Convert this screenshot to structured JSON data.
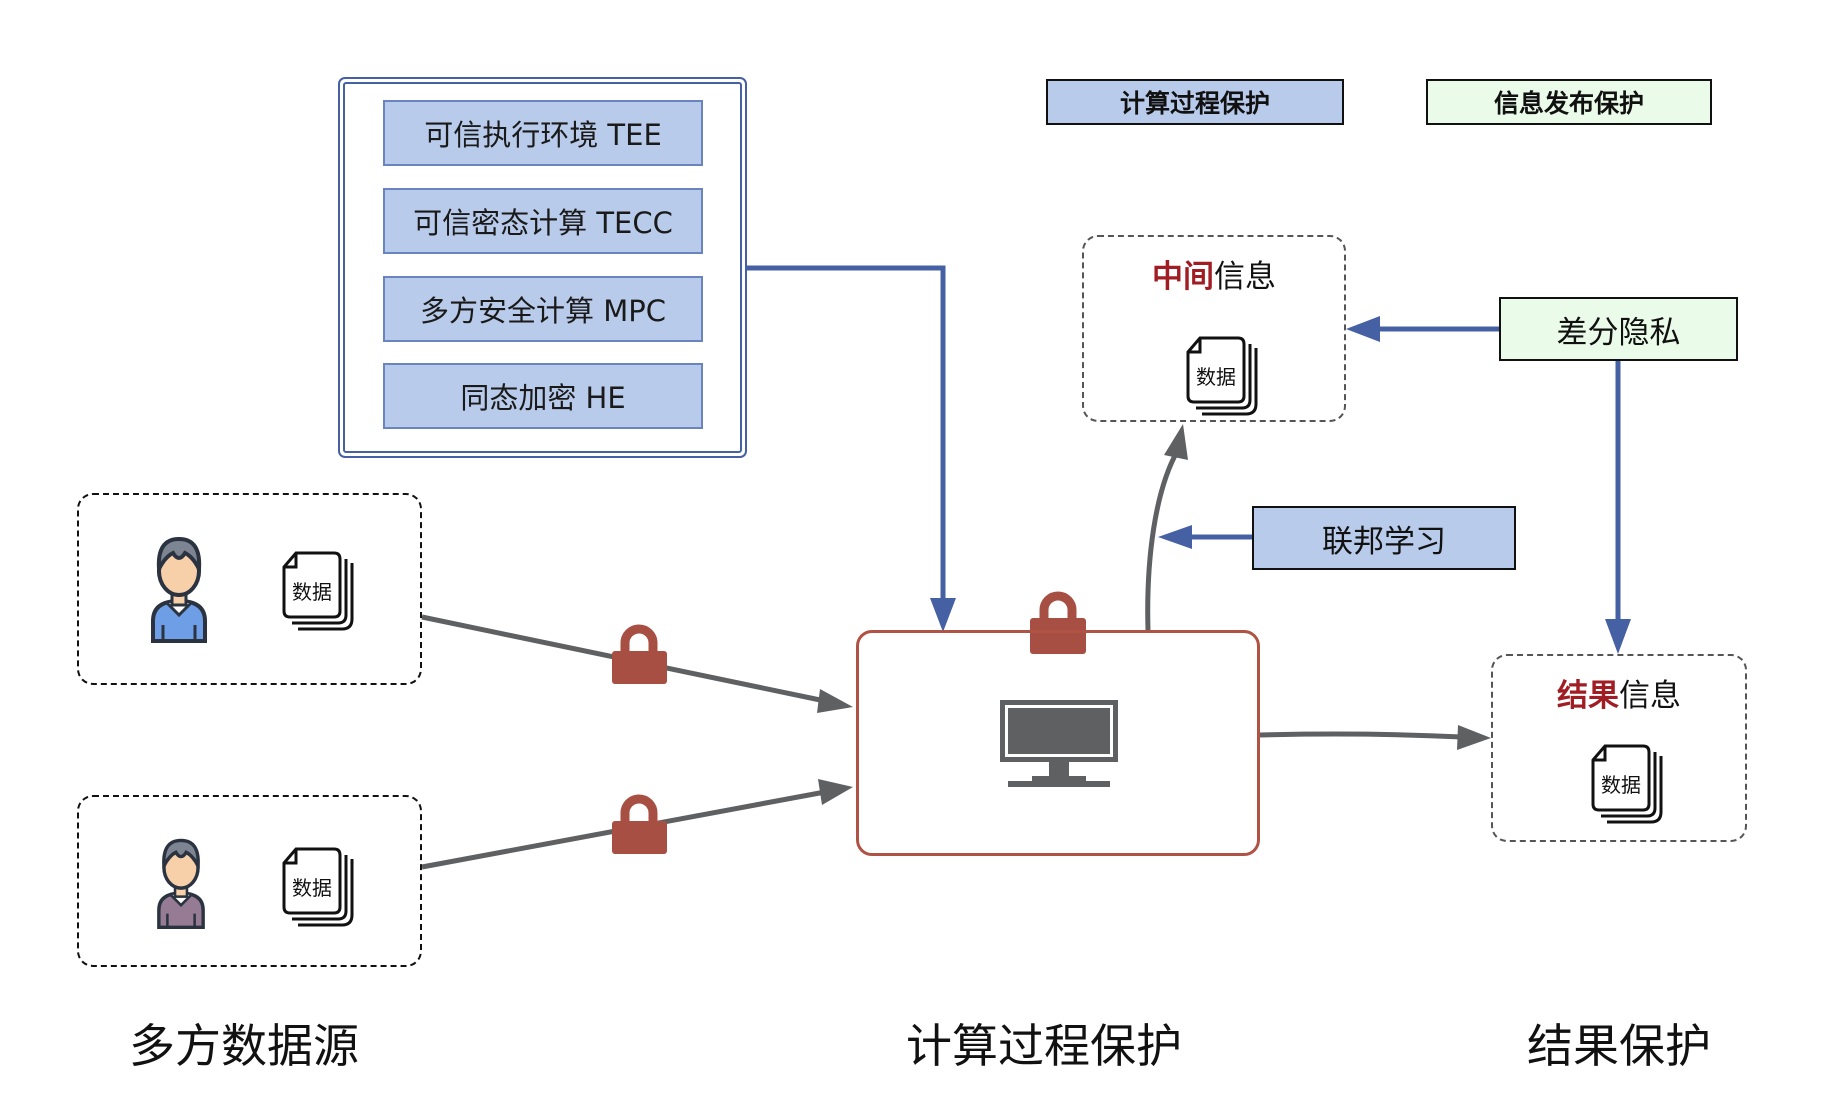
{
  "legend": {
    "compute_protection": {
      "label": "计算过程保护",
      "color": "#b9cbeb"
    },
    "publish_protection": {
      "label": "信息发布保护",
      "color": "#ebfbe9"
    }
  },
  "techniques": [
    {
      "label": "可信执行环境 TEE"
    },
    {
      "label": "可信密态计算 TECC"
    },
    {
      "label": "多方安全计算 MPC"
    },
    {
      "label": "同态加密 HE"
    }
  ],
  "data_sources": [
    {
      "doc_label": "数据",
      "person_color": "#6d9ee6"
    },
    {
      "doc_label": "数据",
      "person_color": "#957b94"
    }
  ],
  "intermediate_info": {
    "highlight": "中间",
    "rest": "信息",
    "doc_label": "数据"
  },
  "result_info": {
    "highlight": "结果",
    "rest": "信息",
    "doc_label": "数据"
  },
  "differential_privacy": {
    "label": "差分隐私"
  },
  "federated_learning": {
    "label": "联邦学习"
  },
  "bottom_labels": {
    "sources": "多方数据源",
    "compute": "计算过程保护",
    "result": "结果保护"
  },
  "colors": {
    "blue_arrow": "#4661a3",
    "gray_arrow": "#5f6062",
    "lock": "#a84f43",
    "highlight_text": "#a11d24"
  }
}
